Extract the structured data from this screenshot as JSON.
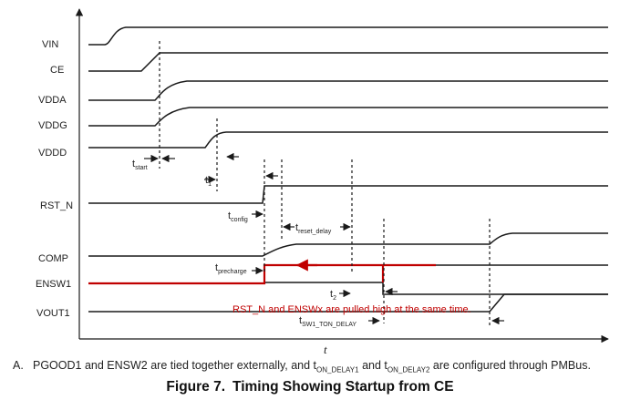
{
  "signals": [
    {
      "key": "vin",
      "label": "VIN"
    },
    {
      "key": "ce",
      "label": "CE"
    },
    {
      "key": "vdda",
      "label": "VDDA"
    },
    {
      "key": "vddg",
      "label": "VDDG"
    },
    {
      "key": "vddd",
      "label": "VDDD"
    },
    {
      "key": "rstn",
      "label": "RST_N"
    },
    {
      "key": "comp",
      "label": "COMP"
    },
    {
      "key": "ensw1",
      "label": "ENSW1"
    },
    {
      "key": "vout1",
      "label": "VOUT1"
    }
  ],
  "timing_labels": {
    "tstart": {
      "main": "t",
      "sub": "start"
    },
    "t1": {
      "main": "t",
      "sub": "1"
    },
    "tconfig": {
      "main": "t",
      "sub": "config"
    },
    "treset": {
      "main": "t",
      "sub": "reset_delay"
    },
    "tprecharge": {
      "main": "t",
      "sub": "precharge"
    },
    "t2": {
      "main": "t",
      "sub": "2"
    },
    "tsw1": {
      "main": "t",
      "sub": "SW1_TON_DELAY"
    }
  },
  "annotation": "RST_N  and ENSWx are pulled high at the same time.",
  "axis_label": "t",
  "footnote": {
    "mark": "A.",
    "text_1": "PGOOD1 and ENSW2 are tied together externally, and t",
    "sub_1": "ON_DELAY1",
    "text_2": " and t",
    "sub_2": "ON_DELAY2",
    "text_3": " are configured through PMBus."
  },
  "caption": {
    "figure": "Figure 7.",
    "title": "Timing Showing Startup from CE"
  },
  "colors": {
    "waveform": "#1a1a1a",
    "highlight": "#c00000"
  }
}
